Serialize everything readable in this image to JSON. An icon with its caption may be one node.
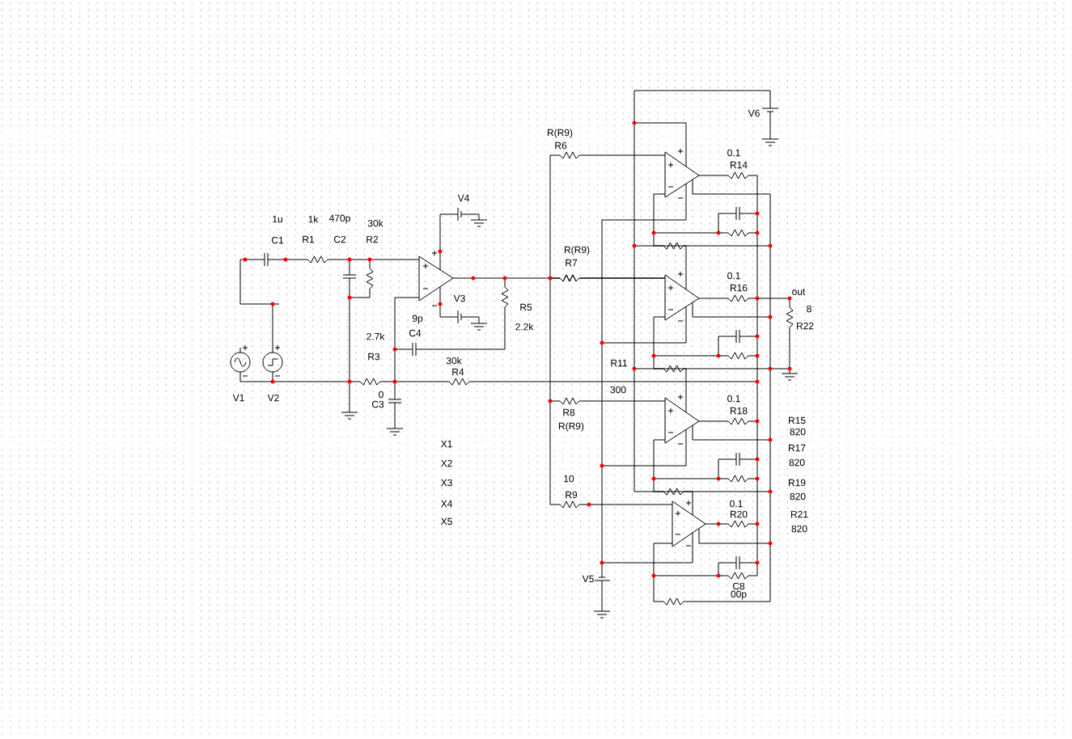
{
  "diagram": {
    "labels": [
      "R(R9)",
      "R6",
      "V6",
      "0.1",
      "R14",
      "V4",
      "1u",
      "1k",
      "470p",
      "30k",
      "C1",
      "R1",
      "C2",
      "R2",
      "R(R9)",
      "R7",
      "0.1",
      "R16",
      "out",
      "V3",
      "R5",
      "8",
      "9p",
      "2.2k",
      "R22",
      "C4",
      "2.7k",
      "R3",
      "30k",
      "R11",
      "R4",
      "300",
      "0",
      "V1",
      "V2",
      "0.1",
      "C3",
      "R8",
      "R18",
      "R15",
      "R(R9)",
      "820",
      "X1",
      "R17",
      "X2",
      "820",
      "10",
      "X3",
      "R19",
      "R9",
      "820",
      "X4",
      "0.1",
      "R20",
      "R21",
      "X5",
      "820",
      "V5",
      "C8",
      "00p"
    ]
  }
}
